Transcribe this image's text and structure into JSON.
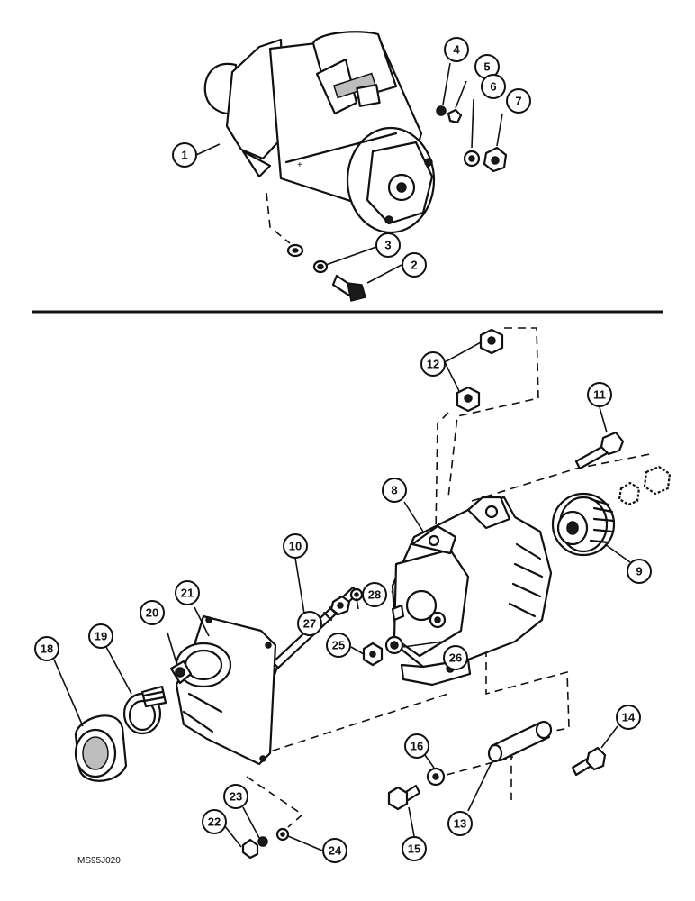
{
  "figure_code": "MS95J020",
  "callouts": [
    {
      "label": "1"
    },
    {
      "label": "2"
    },
    {
      "label": "3"
    },
    {
      "label": "4"
    },
    {
      "label": "5"
    },
    {
      "label": "6"
    },
    {
      "label": "7"
    },
    {
      "label": "8"
    },
    {
      "label": "9"
    },
    {
      "label": "10"
    },
    {
      "label": "11"
    },
    {
      "label": "12"
    },
    {
      "label": "13"
    },
    {
      "label": "14"
    },
    {
      "label": "15"
    },
    {
      "label": "16"
    },
    {
      "label": "18"
    },
    {
      "label": "19"
    },
    {
      "label": "20"
    },
    {
      "label": "21"
    },
    {
      "label": "22"
    },
    {
      "label": "23"
    },
    {
      "label": "24"
    },
    {
      "label": "25"
    },
    {
      "label": "26"
    },
    {
      "label": "27"
    },
    {
      "label": "28"
    }
  ]
}
